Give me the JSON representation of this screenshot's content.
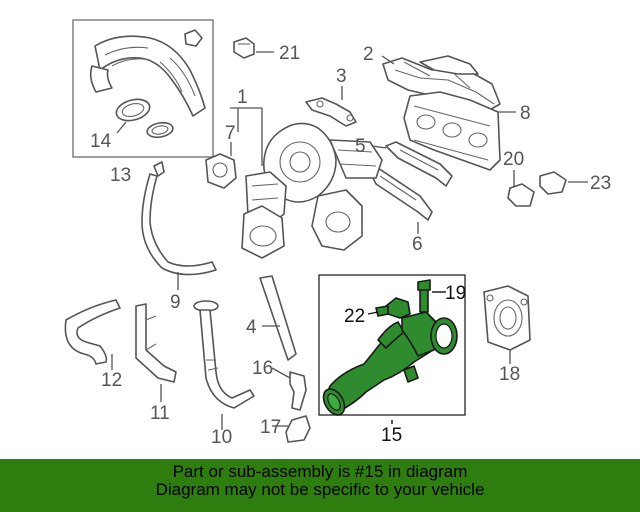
{
  "callouts": {
    "c1": "1",
    "c2": "2",
    "c3": "3",
    "c4": "4",
    "c5": "5",
    "c6": "6",
    "c7": "7",
    "c8": "8",
    "c9": "9",
    "c10": "10",
    "c11": "11",
    "c12": "12",
    "c13": "13",
    "c14": "14",
    "c15": "15",
    "c16": "16",
    "c17": "17",
    "c18": "18",
    "c19": "19",
    "c20": "20",
    "c21": "21",
    "c22": "22",
    "c23": "23"
  },
  "banner": {
    "line1": "Part or sub-assembly is #15 in diagram",
    "line2": "Diagram may not be specific to your vehicle",
    "background": "#2e7d0f"
  },
  "highlight_color": "#2e8b2e"
}
